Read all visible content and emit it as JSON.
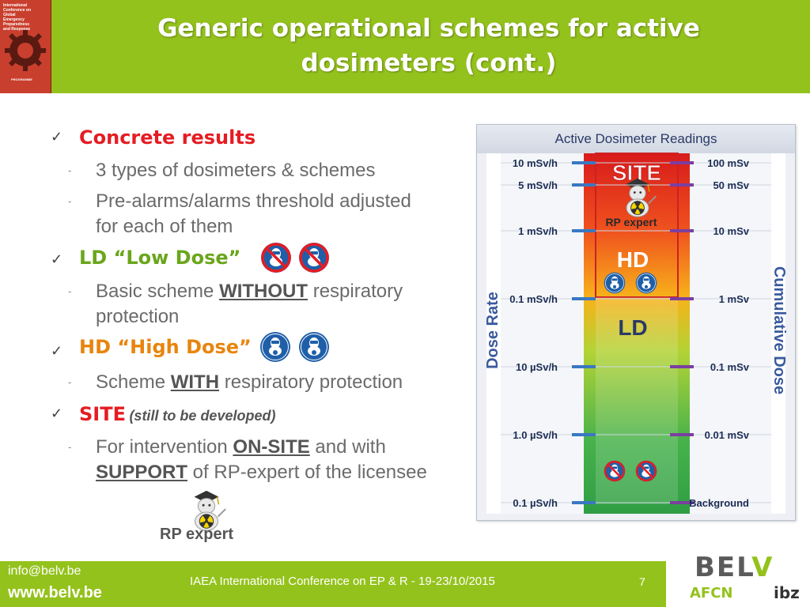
{
  "header": {
    "title_line1": "Generic operational schemes for active",
    "title_line2": "dosimeters (cont.)",
    "cover_text": "International Conference on\nGlobal\nEmergency\nPreparedness\nand Response",
    "cover_label": "PROGRAMME",
    "brand_color": "#94c21c"
  },
  "bullets": {
    "concrete": {
      "title": "Concrete results",
      "items": [
        "3 types of dosimeters & schemes",
        "Pre-alarms/alarms threshold adjusted",
        "for each of them"
      ]
    },
    "ld": {
      "title": "LD “Low Dose”",
      "desc_pre": "Basic scheme ",
      "desc_strong": "WITHOUT",
      "desc_post": " respiratory",
      "desc_line2": "protection"
    },
    "hd": {
      "title": "HD “High Dose”",
      "desc_pre": "Scheme ",
      "desc_strong": "WITH",
      "desc_post": " respiratory protection"
    },
    "site": {
      "title": "SITE",
      "note": "(still to be developed)",
      "line1_pre": "For intervention ",
      "line1_strong": "ON-SITE",
      "line1_post": " and with",
      "line2_strong": "SUPPORT",
      "line2_post": " of RP-expert of the licensee"
    },
    "rp_expert_label": "RP expert"
  },
  "chart": {
    "title": "Active Dosimeter Readings",
    "left_axis_label": "Dose Rate",
    "right_axis_label": "Cumulative Dose",
    "zones": [
      "SITE",
      "HD",
      "LD"
    ],
    "rp_expert_label": "RP expert",
    "rate_ticks": [
      "10 mSv/h",
      "5 mSv/h",
      "1 mSv/h",
      "0.1 mSv/h",
      "10 µSv/h",
      "1.0 µSv/h",
      "0.1 µSv/h"
    ],
    "dose_ticks": [
      "100 mSv",
      "50 mSv",
      "10 mSv",
      "1 mSv",
      "0.1 mSv",
      "0.01 mSv",
      "Background"
    ]
  },
  "footer": {
    "email": "info@belv.be",
    "url": "www.belv.be",
    "conference": "IAEA International Conference on EP & R - 19-23/10/2015",
    "page_number": "7",
    "logo_bel": "BEL",
    "logo_v": "V",
    "logo_afcn": "AFCN",
    "logo_ibz": "ibz"
  }
}
